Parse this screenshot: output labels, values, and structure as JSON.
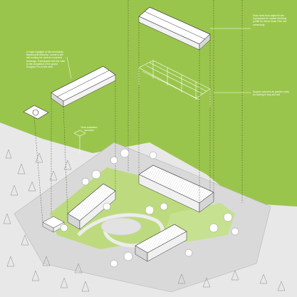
{
  "diagram": {
    "annotations": {
      "top_right": "Solar shed from adjacent site repurposed for market shelving profile for Wood Kiosk Over old community",
      "left": "A major highlight of the community Backwoods Brewery: 'ozone is the site holding the area for local and beverage. Participants with the calls to the circulation of the grand Douglas Fir's to the view.",
      "middle": "Support columns as pavilion roofs for locking in bay and sell",
      "small": "Here education structure"
    },
    "colors": {
      "background": "#9ac54c",
      "lawn": "#bfdc80",
      "paving": "#dcdcdc",
      "forest": "#e7e7e7",
      "building": "#ffffff",
      "roof_line": "#333333"
    }
  }
}
